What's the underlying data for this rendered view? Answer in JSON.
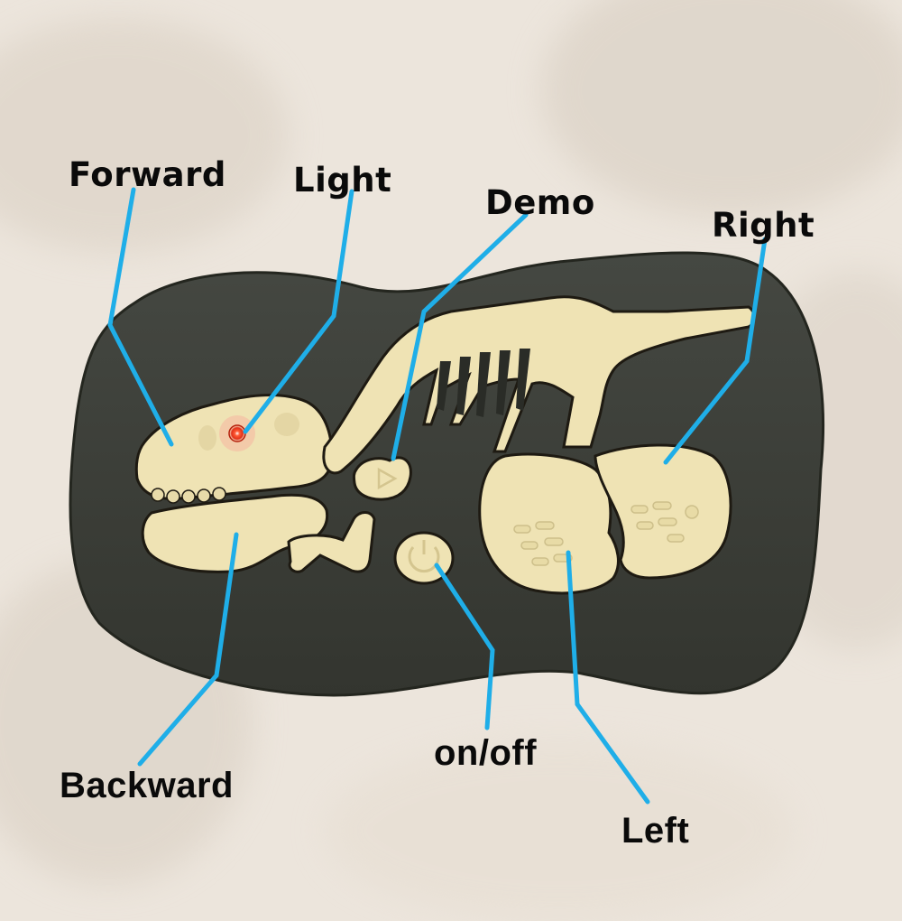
{
  "colors": {
    "background": "#ece5dc",
    "remote_body": "#3b3e3a",
    "bone": "#efe3b4",
    "bone_outline": "#1e1a12",
    "callout_line": "#1faee8",
    "led": "#ff3a1e",
    "label_text": "#0a0a0a"
  },
  "labels": {
    "forward": "Forward",
    "light": "Light",
    "demo": "Demo",
    "right": "Right",
    "backward": "Backward",
    "onoff": "on/off",
    "left": "Left"
  },
  "buttons": [
    {
      "id": "forward",
      "part": "upper skull"
    },
    {
      "id": "light",
      "part": "eye LED"
    },
    {
      "id": "demo",
      "part": "play-triangle bone"
    },
    {
      "id": "right",
      "part": "right foot bone"
    },
    {
      "id": "backward",
      "part": "lower jaw"
    },
    {
      "id": "onoff",
      "part": "power-symbol disc"
    },
    {
      "id": "left",
      "part": "left foot bone"
    }
  ],
  "icons": {
    "demo": "play-icon",
    "onoff": "power-icon"
  }
}
